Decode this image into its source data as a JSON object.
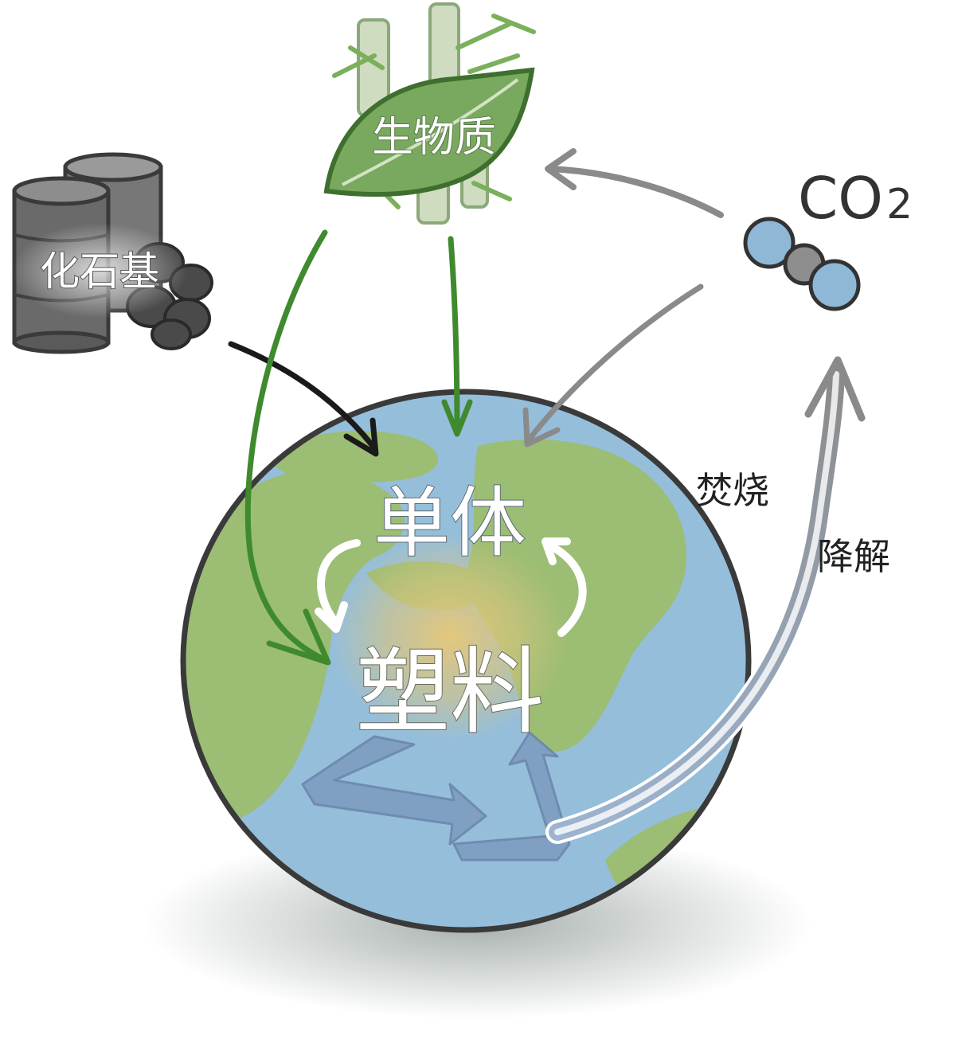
{
  "labels": {
    "biomass": "生物质",
    "fossil": "化石基",
    "co2_main": "CO",
    "co2_sub": "2",
    "monomer": "单体",
    "plastic": "塑料",
    "incineration": "焚烧",
    "degradation": "降解"
  },
  "colors": {
    "ocean": "#95bedb",
    "land": "#9cbd74",
    "globe_outline": "#3a3a3a",
    "biomass_green": "#4f8a3c",
    "barrel_gray": "#6e6e6e",
    "co2_arrow_gray": "#8a8a8a",
    "recycle_blue": "#7f9ec2",
    "center_glow": "#e8c877"
  },
  "icons": {
    "biomass": "leaf-bamboo-icon",
    "fossil": "oil-barrels-coal-icon",
    "co2": "co2-molecule-icon",
    "recycle": "recycle-arrow-icon"
  }
}
